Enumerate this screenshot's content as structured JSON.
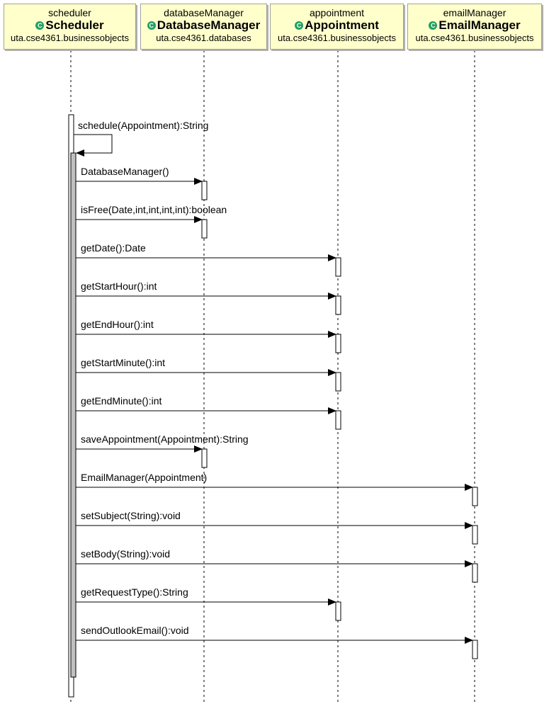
{
  "lifelines": [
    {
      "instance": "scheduler",
      "class_name": "Scheduler",
      "package": "uta.cse4361.businessobjects",
      "class_icon": "class-icon"
    },
    {
      "instance": "databaseManager",
      "class_name": "DatabaseManager",
      "package": "uta.cse4361.databases",
      "class_icon": "class-icon"
    },
    {
      "instance": "appointment",
      "class_name": "Appointment",
      "package": "uta.cse4361.businessobjects",
      "class_icon": "class-icon"
    },
    {
      "instance": "emailManager",
      "class_name": "EmailManager",
      "package": "uta.cse4361.businessobjects",
      "class_icon": "class-icon"
    }
  ],
  "messages": [
    {
      "label": "schedule(Appointment):String",
      "from": 0,
      "to": 0,
      "self": true
    },
    {
      "label": "DatabaseManager()",
      "from": 0,
      "to": 1
    },
    {
      "label": "isFree(Date,int,int,int,int):boolean",
      "from": 0,
      "to": 1
    },
    {
      "label": "getDate():Date",
      "from": 0,
      "to": 2
    },
    {
      "label": "getStartHour():int",
      "from": 0,
      "to": 2
    },
    {
      "label": "getEndHour():int",
      "from": 0,
      "to": 2
    },
    {
      "label": "getStartMinute():int",
      "from": 0,
      "to": 2
    },
    {
      "label": "getEndMinute():int",
      "from": 0,
      "to": 2
    },
    {
      "label": "saveAppointment(Appointment):String",
      "from": 0,
      "to": 1
    },
    {
      "label": "EmailManager(Appointment)",
      "from": 0,
      "to": 3
    },
    {
      "label": "setSubject(String):void",
      "from": 0,
      "to": 3
    },
    {
      "label": "setBody(String):void",
      "from": 0,
      "to": 3
    },
    {
      "label": "getRequestType():String",
      "from": 0,
      "to": 2
    },
    {
      "label": "sendOutlookEmail():void",
      "from": 0,
      "to": 3
    }
  ],
  "colors": {
    "header_fill": "#ffffcc",
    "header_border": "#a0a0a0",
    "activation_nested": "#c0c0c0",
    "class_icon": "#20a060",
    "line": "#000000"
  }
}
